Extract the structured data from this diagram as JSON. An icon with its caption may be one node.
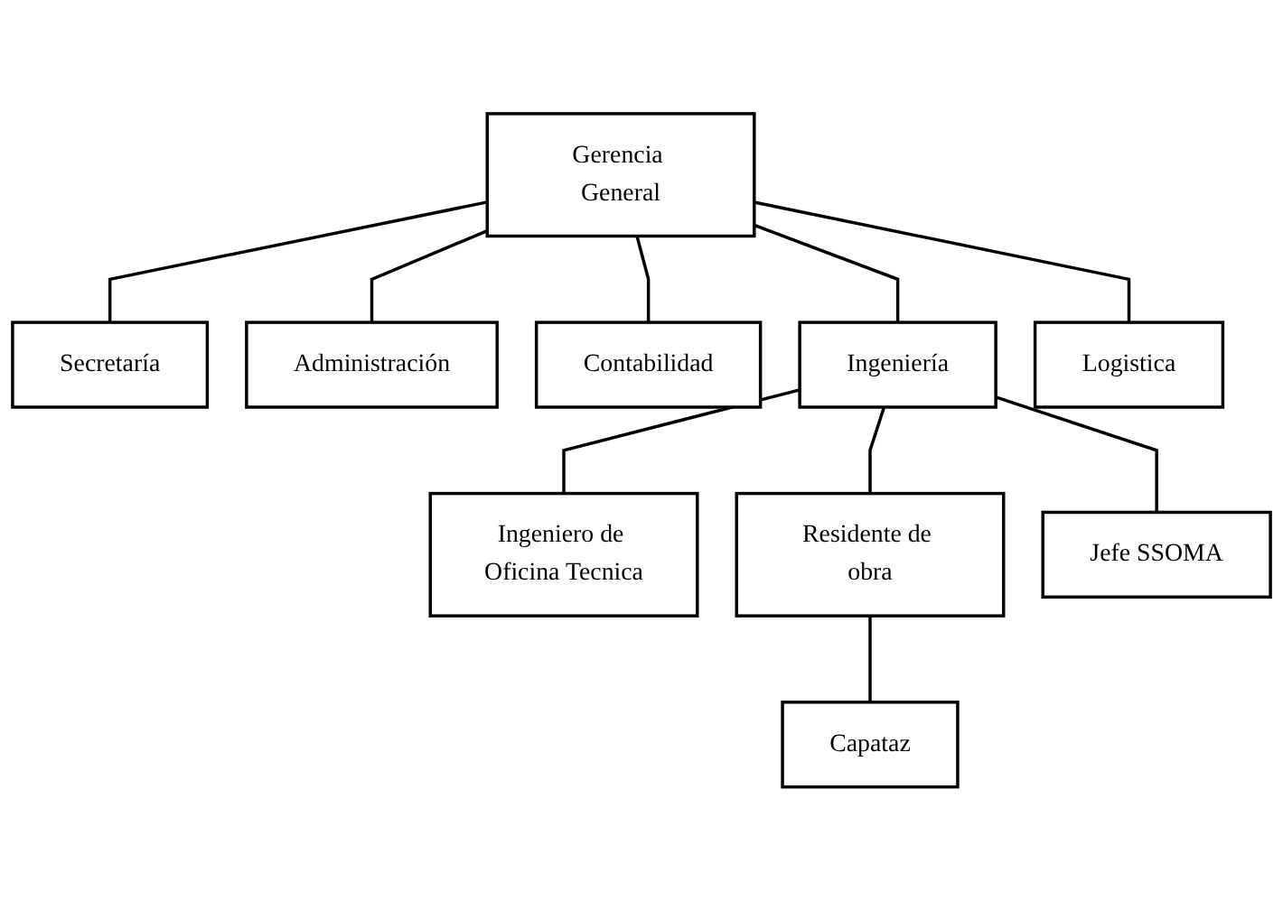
{
  "diagram": {
    "nodes": [
      {
        "text": [
          "Gerencia General"
        ]
      },
      {
        "text": [
          "Secretaría"
        ]
      },
      {
        "text": [
          "Administración"
        ]
      },
      {
        "text": [
          "Contabilidad"
        ]
      },
      {
        "text": [
          "Ingeniería"
        ]
      },
      {
        "text": [
          "Logistica"
        ]
      },
      {
        "text": [
          "Ingeniero de Oficina Tecnica"
        ]
      },
      {
        "text": [
          "Residente de obra"
        ]
      },
      {
        "text": [
          "Jefe SSOMA"
        ]
      },
      {
        "text": [
          "Capataz"
        ]
      }
    ],
    "edges": [
      {
        "from": 0,
        "to": 1,
        "arrow": "none"
      },
      {
        "from": 0,
        "to": 2,
        "arrow": "none"
      },
      {
        "from": 0,
        "to": 3,
        "arrow": "none"
      },
      {
        "from": 0,
        "to": 4,
        "arrow": "none"
      },
      {
        "from": 0,
        "to": 5,
        "arrow": "none"
      },
      {
        "from": 4,
        "to": 6,
        "arrow": "none"
      },
      {
        "from": 4,
        "to": 7,
        "arrow": "none"
      },
      {
        "from": 4,
        "to": 8,
        "arrow": "none"
      },
      {
        "from": 7,
        "to": 9,
        "arrow": "none"
      }
    ]
  }
}
